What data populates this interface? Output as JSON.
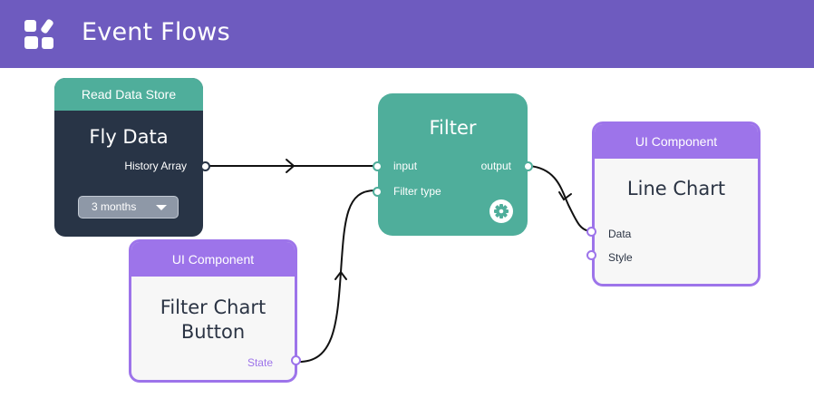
{
  "header": {
    "title": "Event Flows",
    "background": "#6e5bbf",
    "logo_icon": "blocks-logo-icon"
  },
  "nodes": {
    "read_data_store": {
      "category": "Read Data Store",
      "title": "Fly Data",
      "output_port": "History Array",
      "dropdown_value": "3 months",
      "accent": "#4fae9b",
      "body_color": "#283446"
    },
    "filter": {
      "title": "Filter",
      "input_ports": [
        "input",
        "Filter type"
      ],
      "output_port": "output",
      "settings_icon": "gear-icon",
      "color": "#4fae9b"
    },
    "filter_chart_button": {
      "category": "UI Component",
      "title_line1": "Filter Chart",
      "title_line2": "Button",
      "output_port": "State",
      "accent": "#9d74ea"
    },
    "line_chart": {
      "category": "UI Component",
      "title": "Line Chart",
      "input_ports": [
        "Data",
        "Style"
      ],
      "accent": "#9d74ea"
    }
  },
  "connections": [
    {
      "from": "Fly Data.History Array",
      "to": "Filter.input"
    },
    {
      "from": "Filter Chart Button.State",
      "to": "Filter.Filter type"
    },
    {
      "from": "Filter.output",
      "to": "Line Chart.Data"
    }
  ]
}
